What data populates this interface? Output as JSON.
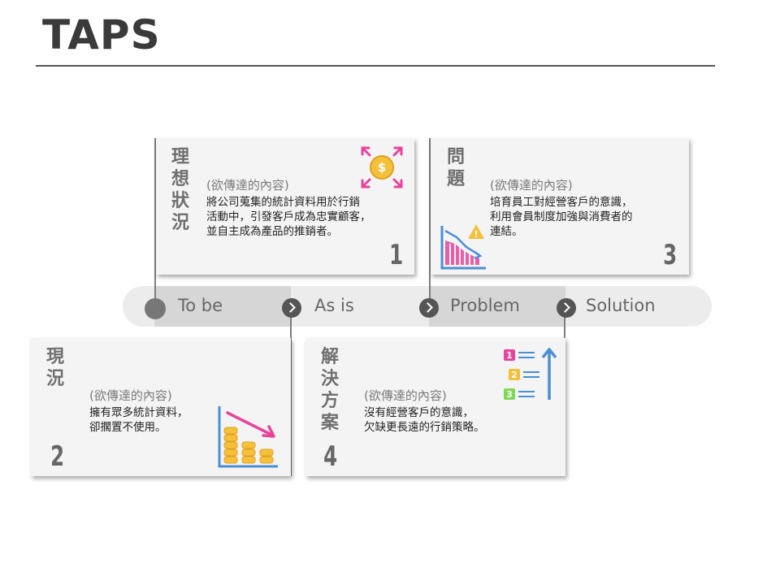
{
  "title": "TAPS",
  "timeline": {
    "steps": [
      {
        "label": "To be"
      },
      {
        "label": "As is"
      },
      {
        "label": "Problem"
      },
      {
        "label": "Solution"
      }
    ]
  },
  "cards": {
    "ideal": {
      "heading": "理想狀況",
      "hint": "(欲傳達的內容)",
      "lines": [
        "將公司蒐集的統計資料用於行銷",
        "活動中，引發客戶成為忠實顧客，",
        "並自主成為產品的推銷者。"
      ],
      "number": "1"
    },
    "current": {
      "heading": "現況",
      "hint": "(欲傳達的內容)",
      "lines": [
        "擁有眾多統計資料，",
        "卻擱置不使用。"
      ],
      "number": "2"
    },
    "problem": {
      "heading": "問題",
      "hint": "(欲傳達的內容)",
      "lines": [
        "培育員工對經營客戶的意識，",
        "利用會員制度加強與消費者的",
        "連結。"
      ],
      "number": "3"
    },
    "solution": {
      "heading": "解決方案",
      "hint": "(欲傳達的內容)",
      "lines": [
        "沒有經營客戶的意識，",
        "欠缺更長遠的行銷策略。"
      ],
      "number": "4"
    }
  },
  "icons": {
    "ideal": "money-expand-icon",
    "current": "declining-coins-chart-icon",
    "problem": "declining-chart-warning-icon",
    "solution": "numbered-list-rising-icon"
  },
  "list_icon_numbers": [
    "1",
    "2",
    "3"
  ],
  "colors": {
    "accent_pink": "#e8439a",
    "accent_blue": "#4a8fd6",
    "gold": "#f5c13a"
  }
}
